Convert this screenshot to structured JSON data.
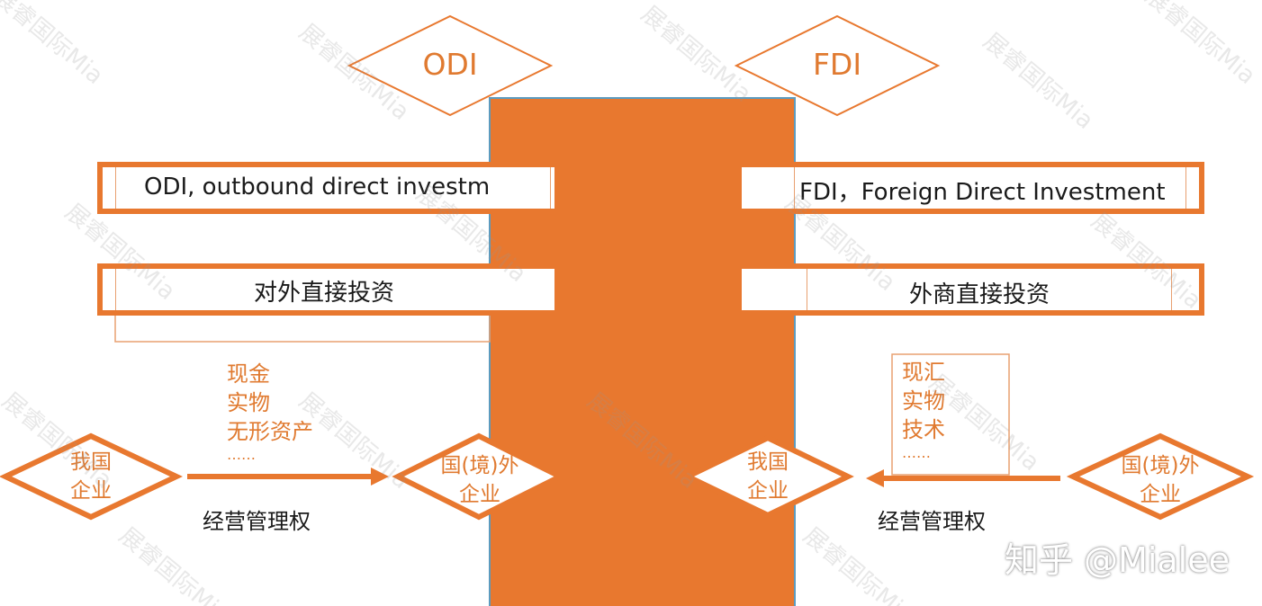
{
  "left": {
    "diamond_title": "ODI",
    "english_box": "ODI, outbound direct investm",
    "chinese_box": "对外直接投资",
    "items": [
      "现金",
      "实物",
      "无形资产",
      "……"
    ],
    "origin_node": [
      "我国",
      "企业"
    ],
    "target_node": [
      "国(境)外",
      "企业"
    ],
    "arrow_label": "经营管理权"
  },
  "right": {
    "diamond_title": "FDI",
    "english_box": "FDI，Foreign Direct Investment",
    "chinese_box": "外商直接投资",
    "items": [
      "现汇",
      "实物",
      "技术",
      "……"
    ],
    "origin_node": [
      "国(境)外",
      "企业"
    ],
    "target_node": [
      "我国",
      "企业"
    ],
    "arrow_label": "经营管理权"
  },
  "watermark": "展睿国际Mia",
  "credit": "知乎 @Mialee",
  "colors": {
    "accent": "#e8782f",
    "text_orange": "#e07a30",
    "divider": "#5c9bbf"
  }
}
